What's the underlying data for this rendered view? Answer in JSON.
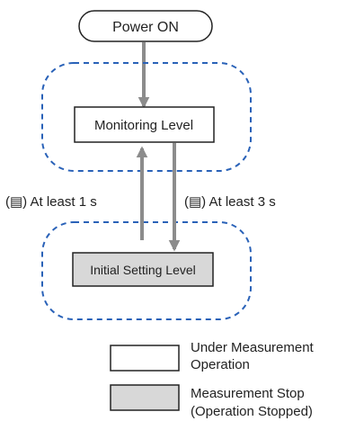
{
  "nodes": {
    "power_on": "Power ON",
    "monitoring": "Monitoring Level",
    "initial_setting": "Initial Setting Level"
  },
  "transitions": {
    "up": "(▤) At least 1 s",
    "down": "(▤) At least 3 s"
  },
  "legend": {
    "running_line1": "Under Measurement",
    "running_line2": "Operation",
    "stopped_line1": "Measurement Stop",
    "stopped_line2": "(Operation Stopped)"
  },
  "colors": {
    "dashed_border": "#2a62b8",
    "arrow": "#8c8c8c",
    "stopped_fill": "#d8d8d8",
    "box_border": "#222222"
  }
}
